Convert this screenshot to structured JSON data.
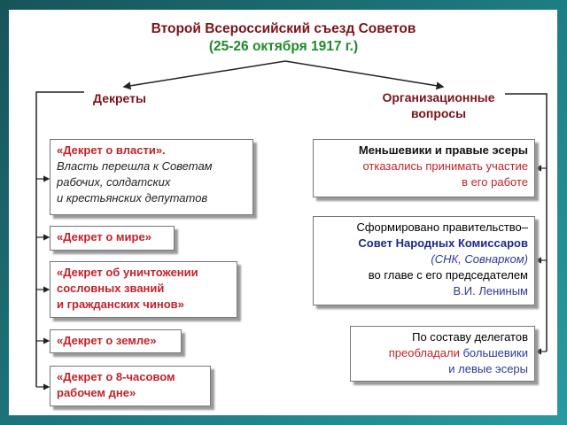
{
  "title": "Второй Всероссийский съезд Советов",
  "subtitle": "(25-26 октября 1917 г.)",
  "left": {
    "heading": "Декреты",
    "items": [
      {
        "title": "«Декрет о власти».",
        "lines": [
          "Власть перешла к Советам",
          "рабочих, солдатских",
          "и крестьянских депутатов"
        ]
      },
      {
        "title": "«Декрет о мире»"
      },
      {
        "lines": [
          "«Декрет об уничтожении",
          "сословных званий",
          "и гражданских чинов»"
        ]
      },
      {
        "title": "«Декрет о земле»"
      },
      {
        "lines": [
          "«Декрет о 8-часовом",
          "рабочем дне»"
        ]
      }
    ]
  },
  "right": {
    "heading": [
      "Организационные",
      "вопросы"
    ],
    "box1": [
      "Меньшевики и правые эсеры",
      "отказались принимать участие",
      "в его работе"
    ],
    "box2": [
      "Сформировано правительство–",
      "Совет Народных Комиссаров",
      "(СНК, Совнарком)",
      "во главе с его председателем",
      "В.И. Лениным"
    ],
    "box3": {
      "line1": "По составу делегатов",
      "pre": "преобладали",
      "bol": "большевики",
      "line3": "и левые эсеры"
    }
  }
}
